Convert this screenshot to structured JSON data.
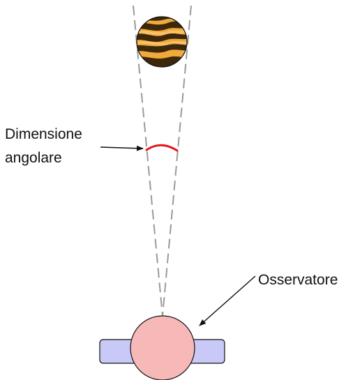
{
  "labels": {
    "angular_size_line1": "Dimensione",
    "angular_size_line2": "angolare",
    "observer": "Osservatore"
  },
  "colors": {
    "background": "#ffffff",
    "sight_lines": "#9a9a9a",
    "angle_arc": "#e8141c",
    "observer_head": "#f7b8b8",
    "observer_shoulders": "#c9c9f7",
    "outline": "#111111",
    "planet_light": "#f0a93a",
    "planet_dark": "#2a1a08"
  },
  "icons": {
    "planet": "jupiter-like-planet-icon",
    "observer": "top-down-person-icon",
    "pointer": "arrow-icon"
  }
}
